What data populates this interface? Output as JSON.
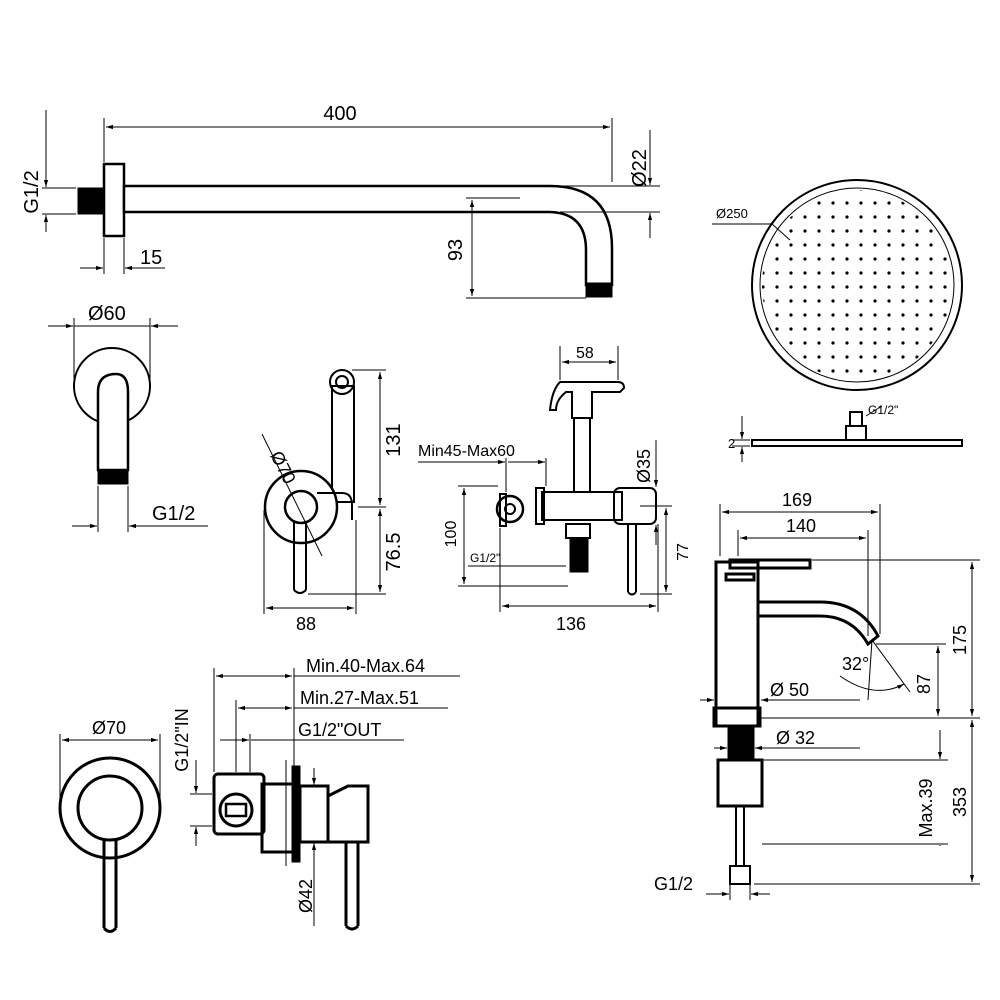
{
  "labels": {
    "arm_length": "400",
    "arm_diameter": "Ø22",
    "arm_thread": "G1/2",
    "arm_flange": "15",
    "arm_drop": "93",
    "head_diameter": "Ø250",
    "head_thread": "G1/2\"",
    "head_thickness": "2",
    "elbow_diameter": "Ø60",
    "elbow_thread": "G1/2",
    "bidet_rosette": "Ø70",
    "bidet_height": "131",
    "bidet_lower": "76.5",
    "bidet_width": "88",
    "bidet_handle_width": "58",
    "bidet_depth": "Min45-Max60",
    "bidet_body_diameter": "Ø35",
    "bidet_valve_height": "100",
    "bidet_inlet": "G1/2\"",
    "bidet_total": "136",
    "bidet_outlet_height": "77",
    "mixer_rosette": "Ø70",
    "mixer_min_max_outer": "Min.40-Max.64",
    "mixer_min_max_inner": "Min.27-Max.51",
    "mixer_in": "G1/2\"IN",
    "mixer_out": "G1/2\"OUT",
    "mixer_cartridge": "Ø42",
    "tap_reach": "169",
    "tap_spout": "140",
    "tap_height": "175",
    "tap_angle": "32°",
    "tap_spout_height": "87",
    "tap_base": "Ø 50",
    "tap_shank": "Ø 32",
    "tap_max_thickness": "Max.39",
    "tap_below": "353",
    "tap_thread": "G1/2"
  }
}
